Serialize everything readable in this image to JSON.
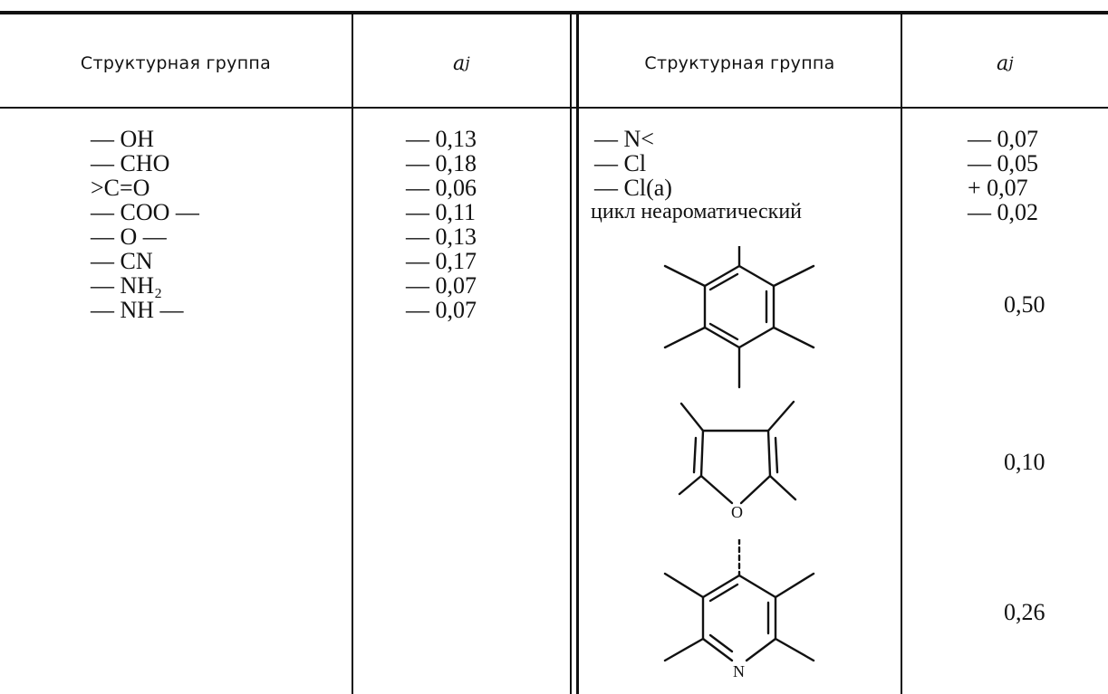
{
  "table": {
    "headers": [
      "Структурная группа",
      "a_j",
      "Структурная группа",
      "a_j"
    ],
    "header_math": {
      "a": "a",
      "j": "j"
    },
    "left_groups": [
      "— OH",
      "— CHO",
      ">C=O",
      "— COO —",
      "— O —",
      "— CN",
      "— NH₂",
      "— NH —"
    ],
    "left_values": [
      "— 0,13",
      "— 0,18",
      "— 0,06",
      "— 0,11",
      "— 0,13",
      "— 0,17",
      "— 0,07",
      "— 0,07"
    ],
    "right_groups": [
      "— N<",
      "— Cl",
      "— Cl(a)",
      "цикл неароматический"
    ],
    "right_values": [
      "— 0,07",
      "— 0,05",
      "+ 0,07",
      "— 0,02"
    ],
    "ring_values": [
      "0,50",
      "0,10",
      "0,26"
    ],
    "ring_atoms": {
      "furan_o": "O",
      "pyridine_n": "N"
    }
  }
}
